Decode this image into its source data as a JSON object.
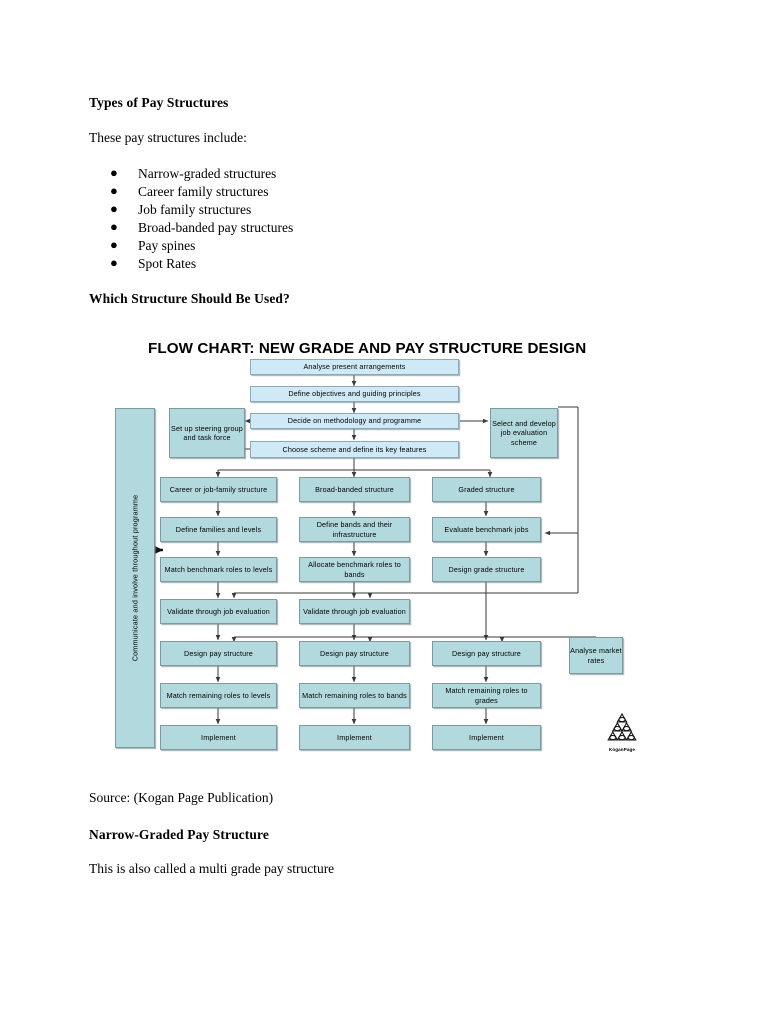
{
  "document": {
    "heading_types": "Types of Pay Structures",
    "intro": "These pay structures include:",
    "bullets": [
      "Narrow-graded structures",
      "Career family structures",
      "Job family structures",
      "Broad-banded pay structures",
      "Pay spines",
      "Spot Rates"
    ],
    "heading_which": "Which Structure Should Be Used?",
    "source": "Source: (Kogan Page Publication)",
    "heading_narrow": "Narrow-Graded Pay Structure",
    "closing": "This is also called a multi grade pay structure"
  },
  "flowchart": {
    "title": "FLOW CHART: NEW GRADE AND PAY STRUCTURE DESIGN",
    "colors": {
      "light_box_fill": "#cfe9f7",
      "teal_box_fill": "#b2d9dd",
      "box_border": "#7f9a9e",
      "connector": "#3a3a3a"
    },
    "sidebar_label": "Communicate and involve throughout programme",
    "nodes": {
      "analyse_present": "Analyse present arrangements",
      "define_objectives": "Define objectives and guiding principles",
      "decide_methodology": "Decide on methodology and programme",
      "choose_scheme": "Choose scheme and define its key features",
      "steering_group": "Set up steering group and task force",
      "select_je_scheme": "Select and develop job evaluation scheme",
      "analyse_market_rates": "Analyse market rates"
    },
    "columns": [
      {
        "name": "career-job-family",
        "steps": [
          "Career or job-family structure",
          "Define families and levels",
          "Match benchmark roles to levels",
          "Validate through job evaluation",
          "Design pay structure",
          "Match remaining roles to levels",
          "Implement"
        ]
      },
      {
        "name": "broad-banded",
        "steps": [
          "Broad-banded structure",
          "Define bands and their infrastructure",
          "Allocate benchmark roles to bands",
          "Validate through job evaluation",
          "Design pay structure",
          "Match remaining roles to bands",
          "Implement"
        ]
      },
      {
        "name": "graded",
        "steps": [
          "Graded structure",
          "Evaluate benchmark jobs",
          "Design grade structure",
          "Design pay structure",
          "Match remaining roles to grades",
          "Implement"
        ]
      }
    ],
    "logo": {
      "name": "KoganPage"
    }
  }
}
